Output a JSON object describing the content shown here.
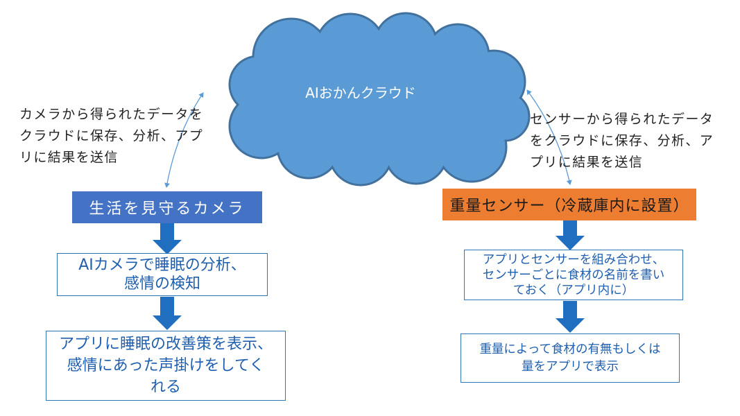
{
  "cloud": {
    "label": "AIおかんクラウド"
  },
  "left_note": {
    "lines": [
      "カメラから得られたデータを",
      "クラウドに保存、分析、アプ",
      "リに結果を送信"
    ]
  },
  "right_note": {
    "lines": [
      "センサーから得られたデータ",
      "をクラウドに保存、分析、ア",
      "プリに結果を送信"
    ]
  },
  "camera_flow": {
    "header": "生活を見守るカメラ",
    "step1": [
      "AIカメラで睡眠の分析、",
      "感情の検知"
    ],
    "step2": [
      "アプリに睡眠の改善策を表示、",
      "感情にあった声掛けをしてく",
      "れる"
    ]
  },
  "sensor_flow": {
    "header": "重量センサー（冷蔵庫内に設置）",
    "step1": [
      "アプリとセンサーを組み合わせ、",
      "センサーごとに食材の名前を書い",
      "ておく（アプリ内に）"
    ],
    "step2": [
      "重量によって食材の有無もしくは",
      "量をアプリで表示"
    ]
  },
  "colors": {
    "cloud_fill": "#5B9BD5",
    "cloud_outline": "#41719C",
    "camera_header": "#4472C4",
    "sensor_header": "#ED7D31",
    "flow_arrow": "#1F6EBF",
    "link_arrow": "#5B9BD5",
    "box_border": "#2E75B6",
    "box_text": "#1F5FAF"
  }
}
